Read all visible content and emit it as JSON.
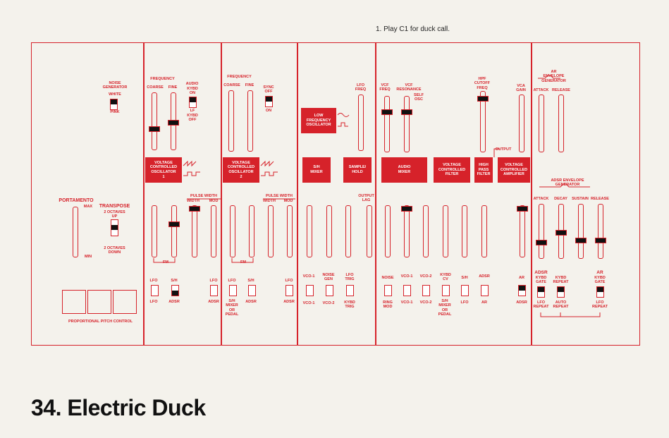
{
  "note": "1. Play C1 for duck call.",
  "title": "34. Electric Duck",
  "colors": {
    "accent": "#d6222a",
    "panel_bg": "#f4f2ec"
  },
  "labels": {
    "noise_generator": "NOISE\nGENERATOR",
    "white": "WHITE",
    "pink": "PINK",
    "portamento": "PORTAMENTO",
    "max": "MAX",
    "min": "MIN",
    "transpose": "TRANSPOSE",
    "two_oct_up": "2 OCTAVES\nUP",
    "two_oct_down": "2 OCTAVES\nDOWN",
    "prop_pitch": "PROPORTIONAL PITCH CONTROL",
    "frequency": "FREQUENCY",
    "coarse": "COARSE",
    "fine": "FINE",
    "audio": "AUDIO",
    "kybd_on": "KYBD\nON",
    "lf": "LF",
    "kybd_off": "KYBD\nOFF",
    "sync_off": "SYNC\nOFF",
    "on": "ON",
    "vco1": "VOLTAGE\nCONTROLLED\nOSCILLATOR\n1",
    "vco2": "VOLTAGE\nCONTROLLED\nOSCILLATOR\n2",
    "pulse_width": "PULSE WIDTH",
    "width": "WIDTH",
    "mod": "MOD",
    "fm": "FM",
    "lfo": "LFO",
    "sh": "S/H",
    "adsr": "ADSR",
    "sh_mixer_pedal": "S/H\nMIXER\nOR\nPEDAL",
    "lfo_freq": "LFO\nFREQ",
    "low_freq_osc": "LOW\nFREQUENCY\nOSCILLATOR",
    "sh_mixer": "S/H\nMIXER",
    "sample_hold": "SAMPLE/\nHOLD",
    "output_lag": "OUTPUT\nLAG",
    "vco_1": "VCO-1",
    "vco_2": "VCO-2",
    "noise_gen": "NOISE\nGEN",
    "lfo_trig": "LFO\nTRIG",
    "kybd_trig": "KYBD\nTRIG",
    "vcf_freq": "VCF\nFREQ",
    "vcf_res": "VCF\nRESONANCE",
    "self_osc": "SELF\nOSC",
    "audio_mixer": "AUDIO\nMIXER",
    "vcf": "VOLTAGE\nCONTROLLED\nFILTER",
    "hpf": "HIGH\nPASS\nFILTER",
    "hpf_cutoff": "HPF\nCUTOFF\nFREQ",
    "vca_gain": "VCA\nGAIN",
    "output": "OUTPUT",
    "vca": "VOLTAGE\nCONTROLLED\nAMPLIFIER",
    "noise": "NOISE",
    "ring_mod": "RING\nMOD",
    "kybd_cv": "KYBD\nCV",
    "ar": "AR",
    "ar_env": "AR\nENVELOPE\nGENERATOR",
    "adsr_env": "ADSR ENVELOPE\nGENERATOR",
    "attack": "ATTACK",
    "release": "RELEASE",
    "decay": "DECAY",
    "sustain": "SUSTAIN",
    "kybd_gate": "KYBD\nGATE",
    "kybd_repeat": "KYBD\nREPEAT",
    "lfo_repeat": "LFO\nREPEAT",
    "auto_repeat": "AUTO\nREPEAT",
    "adsr_title": "ADSR",
    "ar_title": "AR"
  }
}
